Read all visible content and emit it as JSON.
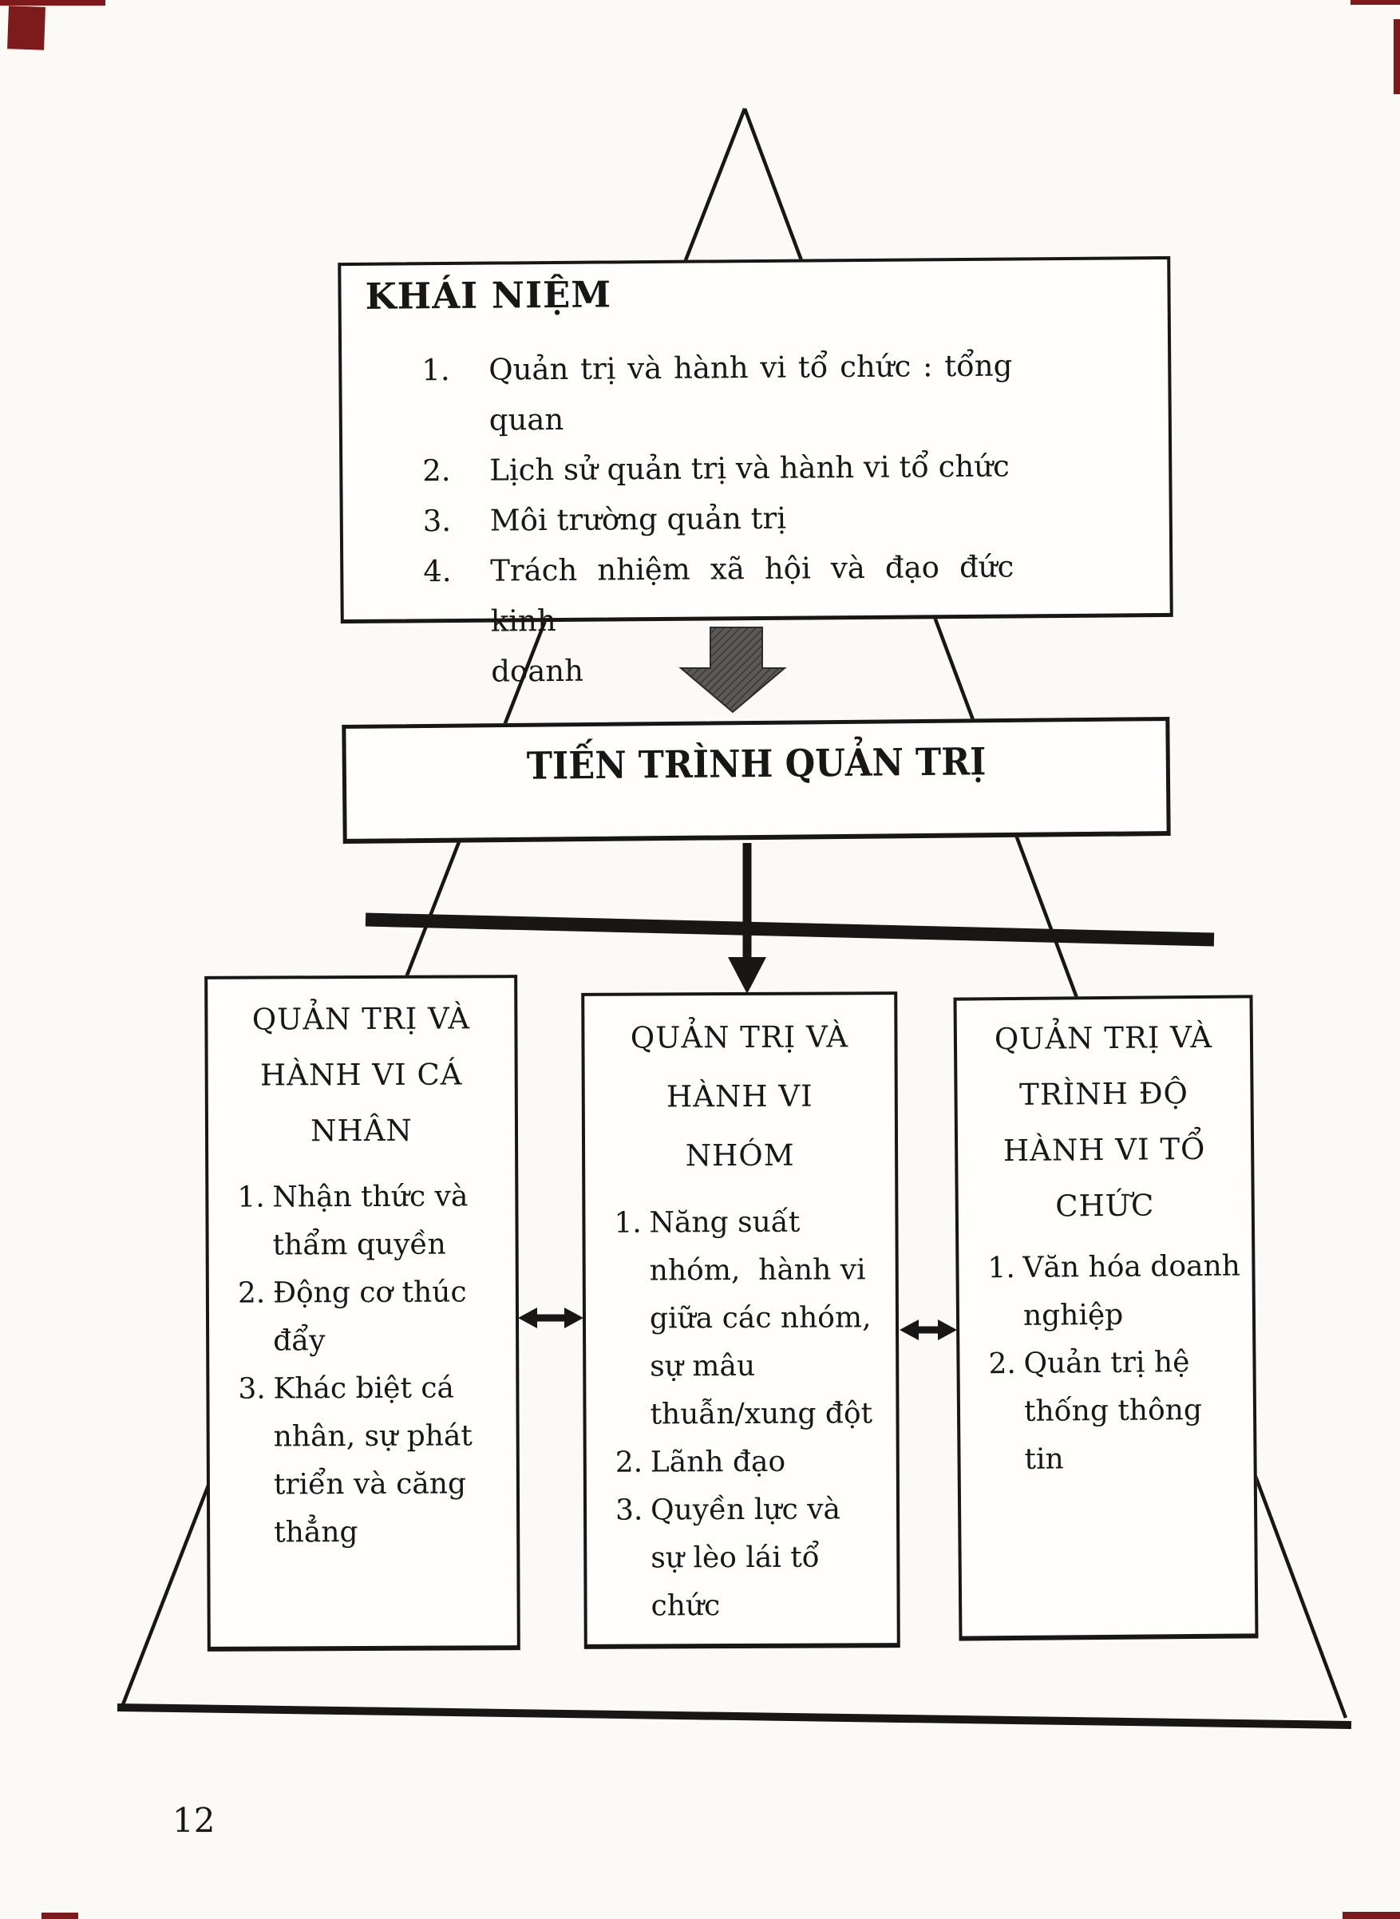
{
  "page": {
    "number": "12",
    "colors": {
      "paper": "#fbfaf7",
      "ink": "#181715",
      "arrow_gray": "#555350",
      "scan_red": "#7c1a1c"
    }
  },
  "pyramid": {
    "concept_box": {
      "title": "KHÁI NIỆM",
      "items": [
        {
          "num": "1.",
          "lines": [
            "Quản trị và hành vi tổ chức : tổng quan"
          ]
        },
        {
          "num": "2.",
          "lines": [
            "Lịch sử quản trị và hành vi tổ chức"
          ]
        },
        {
          "num": "3.",
          "lines": [
            "Môi trường quản trị"
          ]
        },
        {
          "num": "4.",
          "lines": [
            "Trách nhiệm xã hội và đạo đức kinh",
            "doanh"
          ]
        }
      ]
    },
    "process_box": {
      "title": "TIẾN TRÌNH QUẢN TRỊ"
    },
    "individual_box": {
      "title_lines": [
        "QUẢN TRỊ VÀ",
        "HÀNH VI CÁ",
        "NHÂN"
      ],
      "items": [
        {
          "num": "1.",
          "lines": [
            "Nhận thức và",
            "thẩm quyền"
          ]
        },
        {
          "num": "2.",
          "lines": [
            "Động cơ thúc",
            "đẩy"
          ]
        },
        {
          "num": "3.",
          "lines": [
            "Khác biệt cá",
            "nhân, sự phát",
            "triển và căng",
            "thẳng"
          ]
        }
      ]
    },
    "group_box": {
      "title_lines": [
        "QUẢN TRỊ VÀ",
        "HÀNH VI",
        "NHÓM"
      ],
      "items": [
        {
          "num": "1.",
          "lines": [
            "Năng suất",
            "nhóm,  hành vi",
            "giữa các nhóm,",
            "sự mâu",
            "thuẫn/xung đột"
          ]
        },
        {
          "num": "2.",
          "lines": [
            "Lãnh đạo"
          ]
        },
        {
          "num": "3.",
          "lines": [
            "Quyền lực và",
            "sự lèo lái tổ",
            "chức"
          ]
        }
      ]
    },
    "org_box": {
      "title_lines": [
        "QUẢN TRỊ VÀ",
        "TRÌNH ĐỘ",
        "HÀNH VI TỔ",
        "CHỨC"
      ],
      "items": [
        {
          "num": "1.",
          "lines": [
            "Văn hóa doanh",
            "nghiệp"
          ]
        },
        {
          "num": "2.",
          "lines": [
            "Quản trị hệ",
            "thống thông",
            "tin"
          ]
        }
      ]
    }
  }
}
